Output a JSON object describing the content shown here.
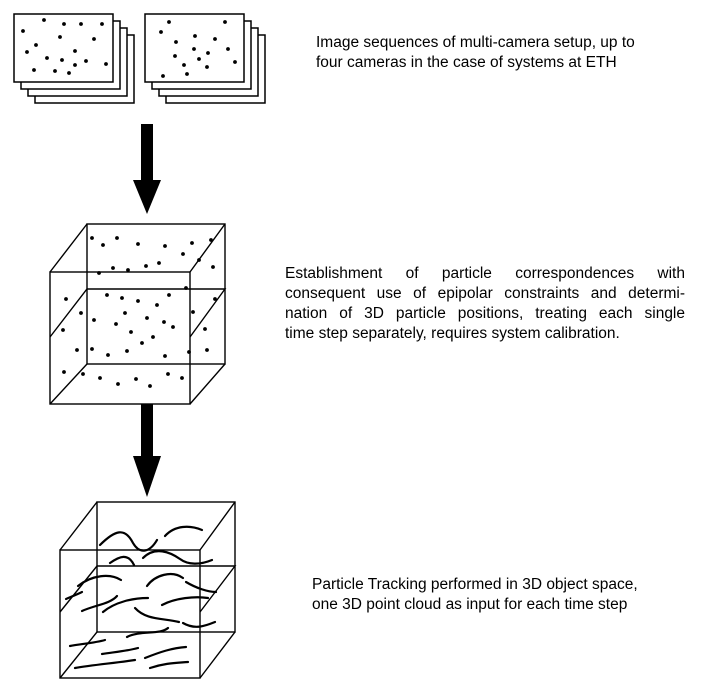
{
  "stages": [
    {
      "caption_lines": [
        "Image sequences of multi-camera setup, up to",
        "four cameras in the case of systems at ETH"
      ]
    },
    {
      "caption_lines": [
        "Establishment of particle correspondences with",
        "consequent use of epipolar constraints and determi-",
        "nation of 3D particle positions, treating each single",
        "time step separately, requires system calibration."
      ]
    },
    {
      "caption_lines": [
        "Particle Tracking performed in 3D object space,",
        "one 3D point cloud as input for each time step"
      ]
    }
  ],
  "colors": {
    "ink": "#000000",
    "background": "#ffffff"
  },
  "icons": [
    "image-stack-icon",
    "particle-cube-icon",
    "trajectory-cube-icon",
    "down-arrow-icon"
  ]
}
